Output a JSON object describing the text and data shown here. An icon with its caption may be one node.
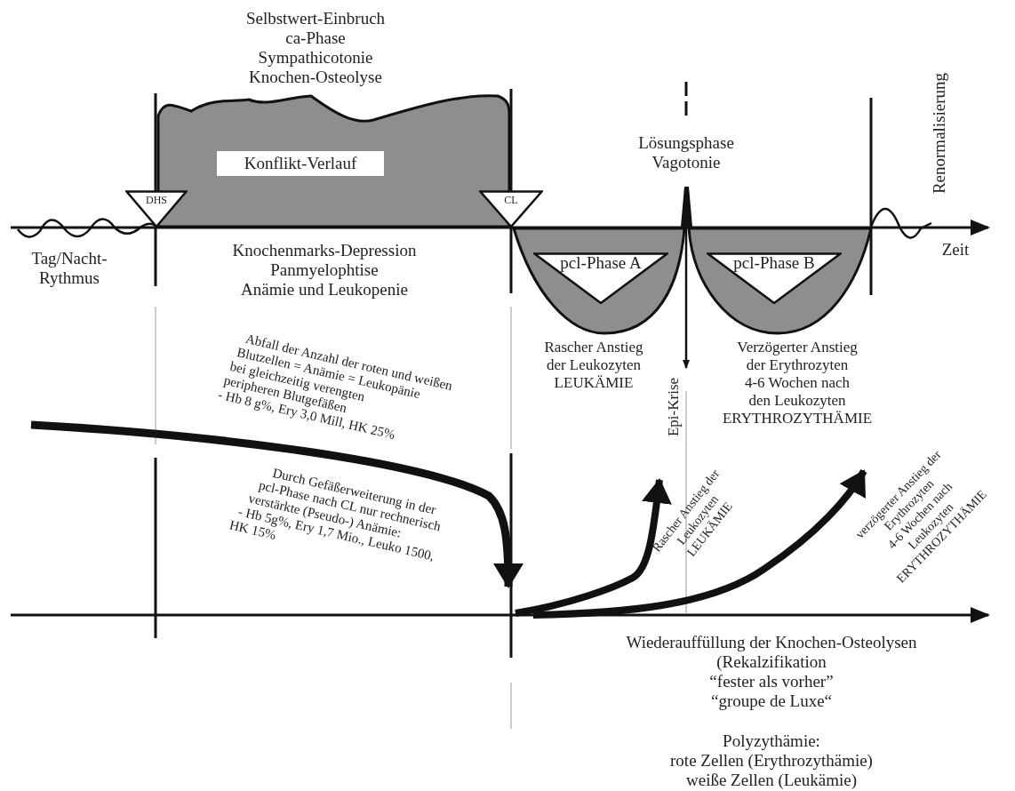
{
  "diagram": {
    "nodes": [
      {
        "text": [
          "DHS"
        ]
      },
      {
        "text": [
          "CL"
        ]
      },
      {
        "text": [
          "Konflikt-Verlauf"
        ]
      },
      {
        "text": [
          "pcl-Phase A"
        ]
      },
      {
        "text": [
          "pcl-Phase B"
        ]
      }
    ],
    "labels": [
      "Selbstwert-Einbruch",
      "ca-Phase",
      "Sympathicotonie",
      "Knochen-Osteolyse",
      "Lösungsphase",
      "Vagotonie",
      "Renormalisierung",
      "Zeit",
      "Tag/Nacht-",
      "Rythmus",
      "Knochenmarks-Depression",
      "Panmyelophtise",
      "Anämie und Leukopenie",
      "Rascher Anstieg",
      "der Leukozyten",
      "LEUKÄMIE",
      "Verzögerter Anstieg",
      "der Erythrozyten",
      "4-6 Wochen nach",
      "den Leukozyten",
      "ERYTHROZYTHÄMIE",
      "Epi-Krise",
      "Abfall der Anzahl der roten und weißen",
      "Blutzellen = Anämie = Leukopänie",
      "bei gleichzeitig verengten",
      "peripheren Blutgefäßen",
      "- Hb 8 g%, Ery 3,0 Mill, HK 25%",
      "Durch Gefäßerweiterung in der",
      "pcl-Phase nach CL nur rechnerisch",
      "verstärkte (Pseudo-) Anämie:",
      "- Hb 5g%, Ery 1,7 Mio., Leuko 1500,",
      "HK 15%",
      "Rascher Anstieg der",
      "Leukozyten",
      "LEUKÄMIE",
      "verzögerter Anstieg der",
      "Erythrozyten",
      "4-6 Wochen nach",
      "Leukozyten",
      "ERYTHROZYTHÄMIE",
      "Wiederauffüllung der Knochen-Osteolysen",
      "(Rekalzifikation",
      "“fester als vorher”",
      "“groupe de Luxe“",
      "Polyzythämie:",
      "rote Zellen (Erythrozythämie)",
      "weiße Zellen (Leukämie)"
    ]
  }
}
